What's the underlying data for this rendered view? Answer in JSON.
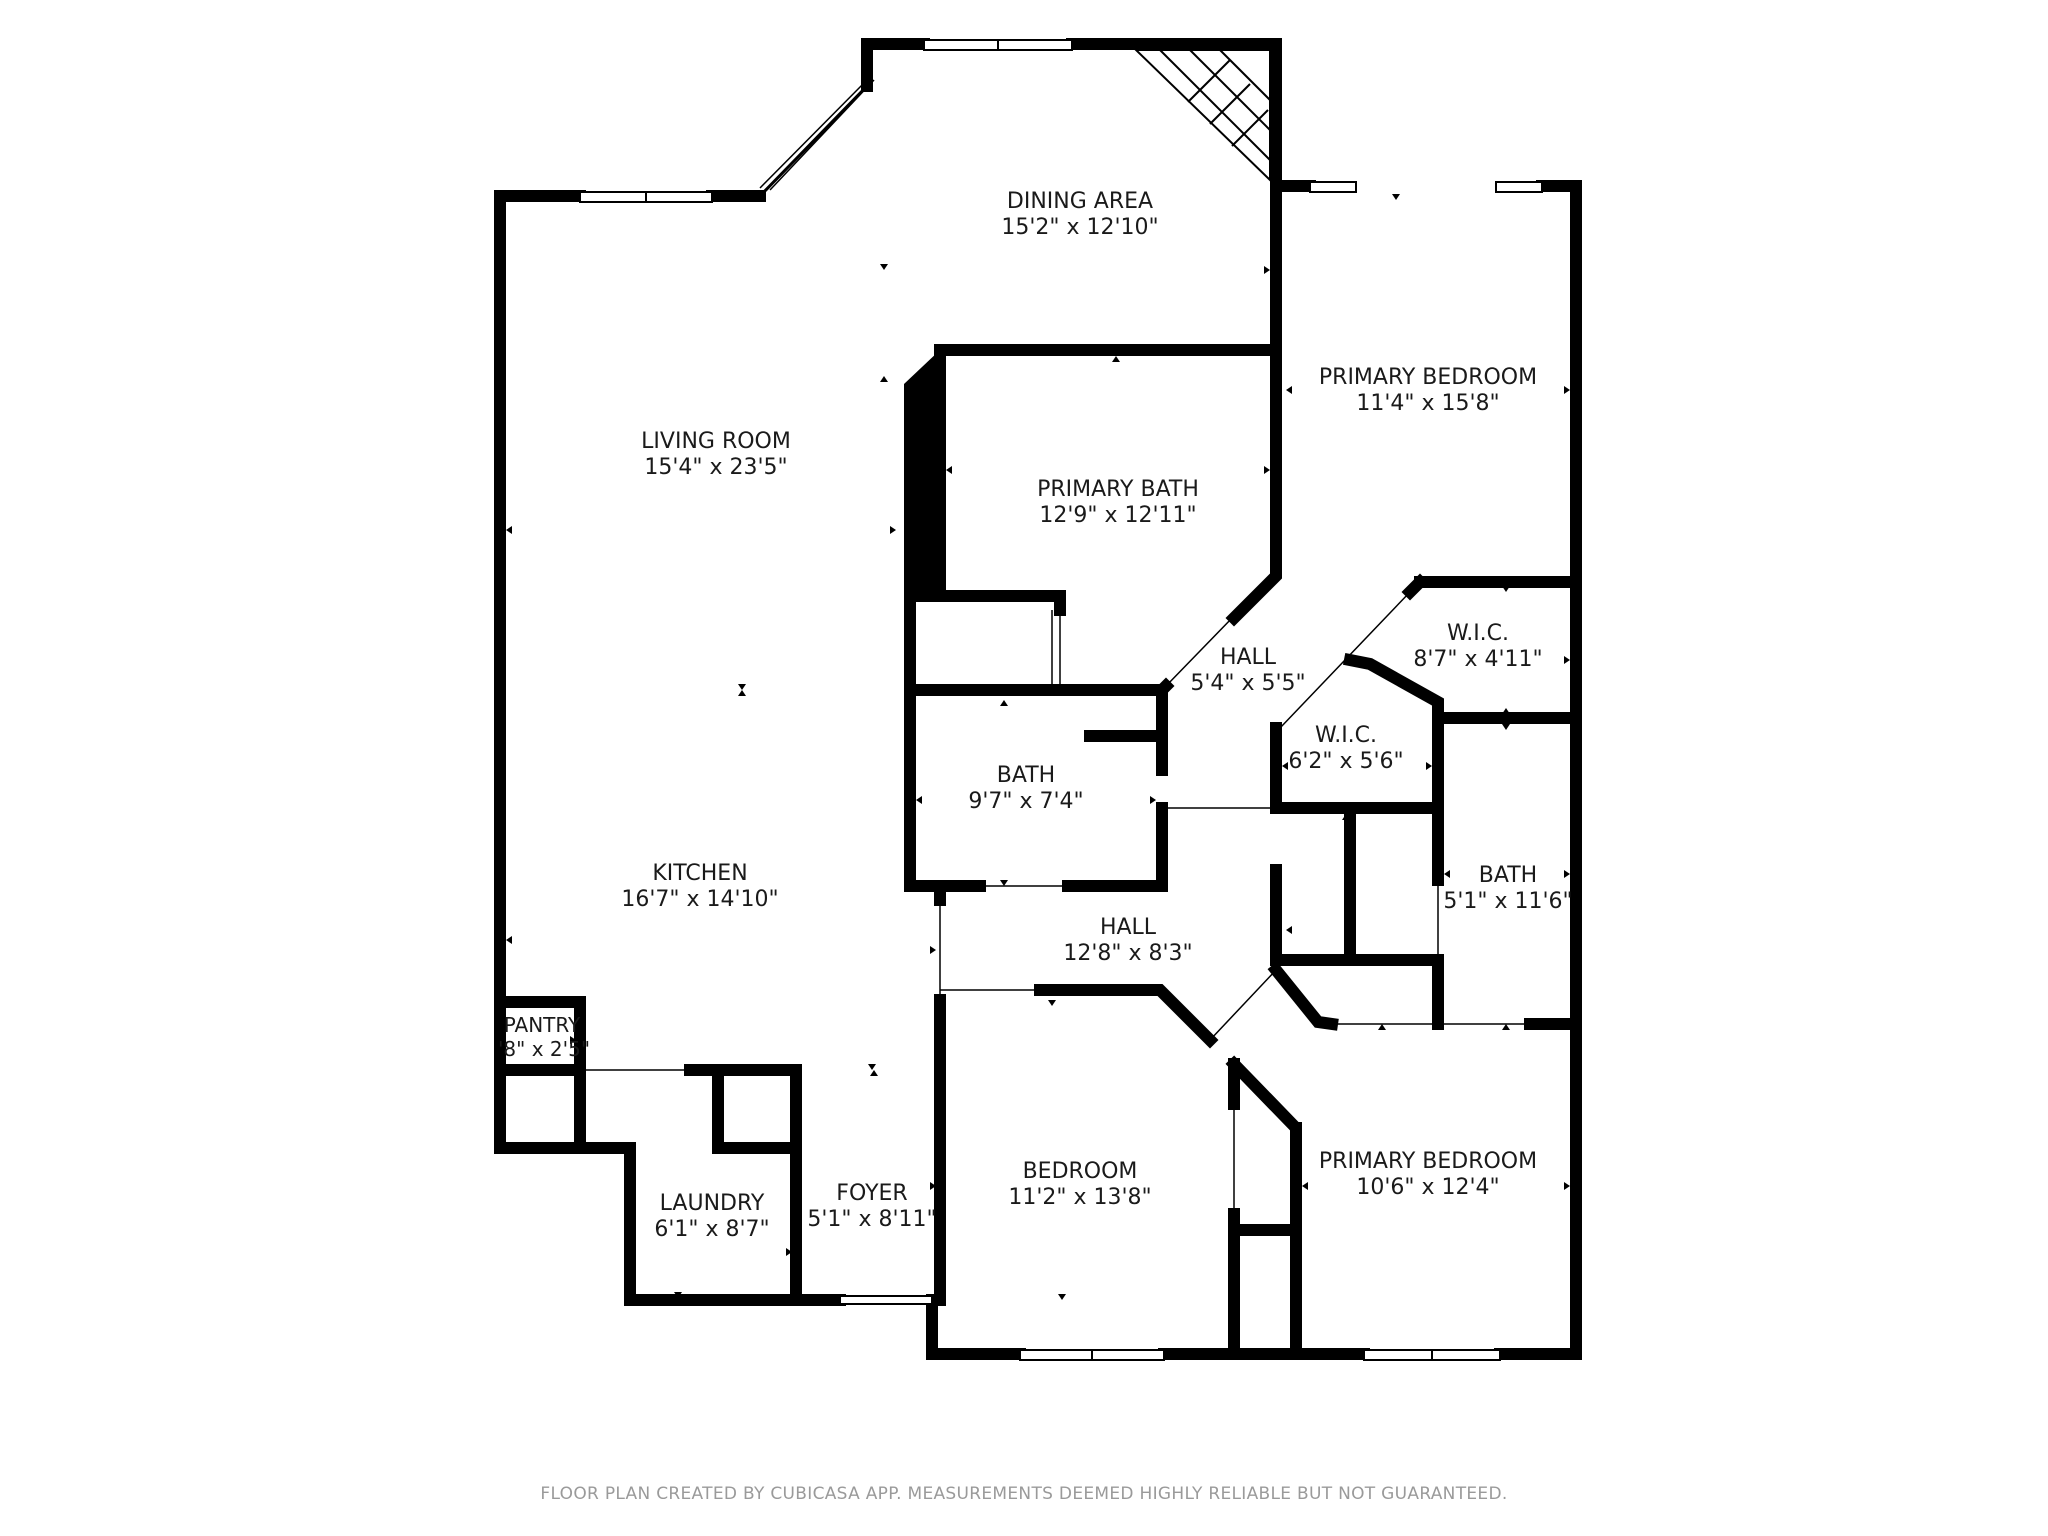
{
  "rooms": {
    "dining": {
      "name": "DINING AREA",
      "dim": "15'2\" x 12'10\""
    },
    "living": {
      "name": "LIVING ROOM",
      "dim": "15'4\" x 23'5\""
    },
    "primary_bed_1": {
      "name": "PRIMARY BEDROOM",
      "dim": "11'4\" x 15'8\""
    },
    "primary_bath": {
      "name": "PRIMARY BATH",
      "dim": "12'9\" x 12'11\""
    },
    "hall_1": {
      "name": "HALL",
      "dim": "5'4\" x 5'5\""
    },
    "wic_1": {
      "name": "W.I.C.",
      "dim": "8'7\" x 4'11\""
    },
    "wic_2": {
      "name": "W.I.C.",
      "dim": "6'2\" x 5'6\""
    },
    "bath_1": {
      "name": "BATH",
      "dim": "9'7\" x 7'4\""
    },
    "bath_2": {
      "name": "BATH",
      "dim": "5'1\" x 11'6\""
    },
    "kitchen": {
      "name": "KITCHEN",
      "dim": "16'7\" x 14'10\""
    },
    "hall_2": {
      "name": "HALL",
      "dim": "12'8\" x 8'3\""
    },
    "pantry": {
      "name": "PANTRY",
      "dim": "'8\" x 2'5\""
    },
    "laundry": {
      "name": "LAUNDRY",
      "dim": "6'1\" x 8'7\""
    },
    "foyer": {
      "name": "FOYER",
      "dim": "5'1\" x 8'11\""
    },
    "bedroom": {
      "name": "BEDROOM",
      "dim": "11'2\" x 13'8\""
    },
    "primary_bed_2": {
      "name": "PRIMARY BEDROOM",
      "dim": "10'6\" x 12'4\""
    }
  },
  "footer": "FLOOR PLAN CREATED BY CUBICASA APP. MEASUREMENTS DEEMED HIGHLY RELIABLE BUT NOT GUARANTEED.",
  "colors": {
    "wall": "#000000",
    "background": "#ffffff",
    "text": "#1a1a1a",
    "footer": "#9a9a9a"
  }
}
